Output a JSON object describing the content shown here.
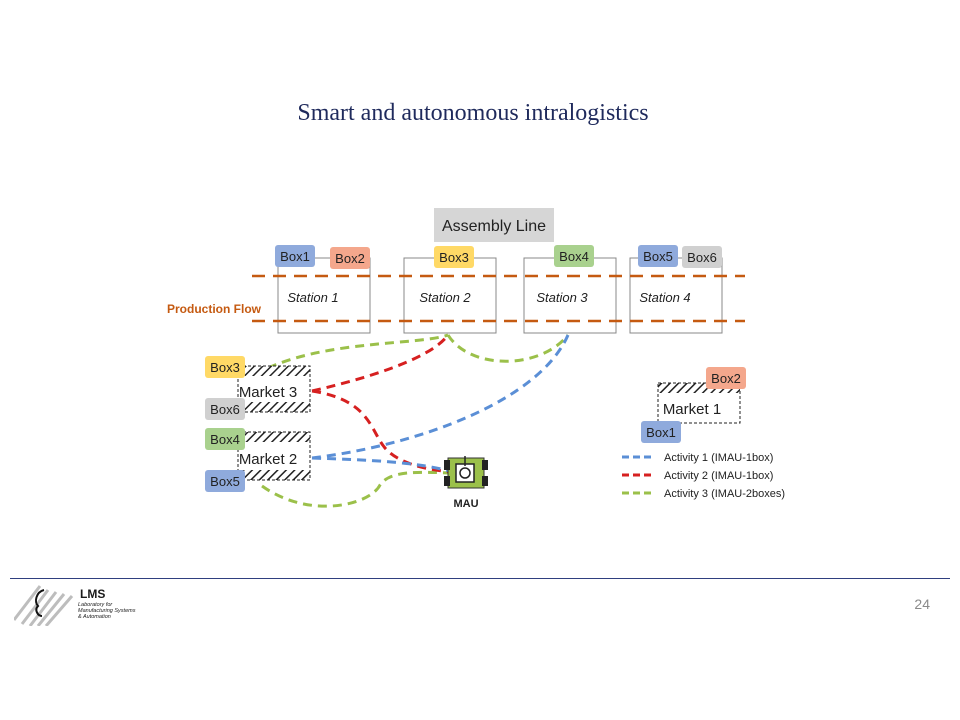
{
  "slide": {
    "title": "Smart and autonomous intralogistics",
    "page_number": "24"
  },
  "diagram": {
    "assembly_line_label": "Assembly Line",
    "production_flow_label": "Production Flow",
    "stations": [
      "Station 1",
      "Station 2",
      "Station 3",
      "Station 4"
    ],
    "boxes": {
      "box1": "Box1",
      "box2": "Box2",
      "box3": "Box3",
      "box4": "Box4",
      "box5": "Box5",
      "box6": "Box6"
    },
    "markets": [
      "Market 3",
      "Market 2",
      "Market 1"
    ],
    "mau_label": "MAU",
    "legend": [
      {
        "label": "Activity 1 (IMAU-1box)",
        "color": "#5b8fd6"
      },
      {
        "label": "Activity 2 (IMAU-1box)",
        "color": "#d62020"
      },
      {
        "label": "Activity 3 (IMAU-2boxes)",
        "color": "#9bc04a"
      }
    ]
  },
  "colors": {
    "box_blue": "#8faadc",
    "box_orange": "#f4a78c",
    "box_yellow": "#ffd966",
    "box_green": "#a9d18e",
    "box_grey": "#d0d0d0",
    "production_flow": "#c55a11",
    "title": "#1f2a5c"
  },
  "logo": {
    "name": "LMS",
    "subtitle_lines": [
      "Laboratory for",
      "Manufacturing Systems",
      "& Automation"
    ]
  }
}
